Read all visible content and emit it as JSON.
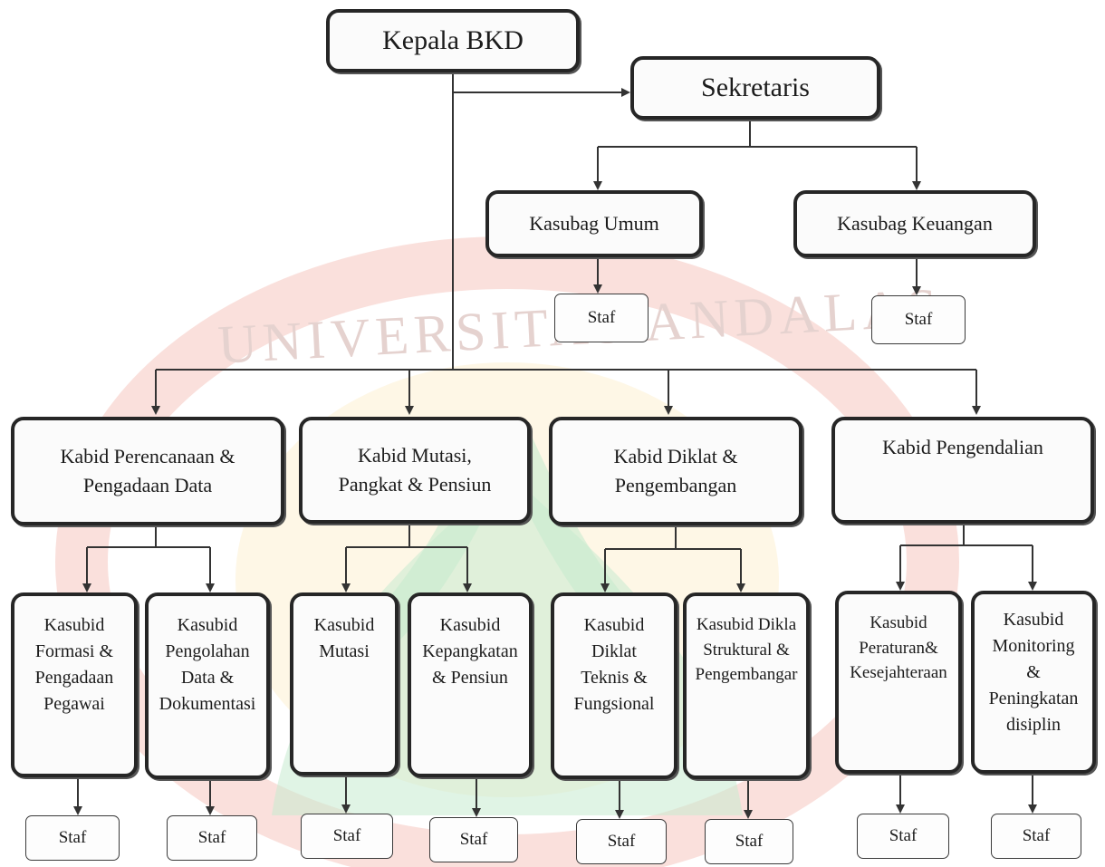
{
  "watermark": {
    "text": "UNIVERSITAS ANDALAS",
    "colors": {
      "ring": "#f6c7c0",
      "leaf": "#c7ebcf",
      "sun": "#fbe7b8",
      "text": "#e5d2cf"
    }
  },
  "colors": {
    "line": "#333333",
    "box_border": "#262626"
  },
  "nodes": {
    "kepala": "Kepala BKD",
    "sekretaris": "Sekretaris",
    "kasubag_umum": "Kasubag Umum",
    "kasubag_keuangan": "Kasubag Keuangan",
    "kabid_perencanaan": "Kabid Perencanaan &\nPengadaan Data",
    "kabid_mutasi": "Kabid Mutasi,\nPangkat & Pensiun",
    "kabid_diklat": "Kabid Diklat  &\nPengembangan",
    "kabid_pengendalian": "Kabid Pengendalian",
    "kasubid_formasi": "Kasubid\nFormasi &\nPengadaan\nPegawai",
    "kasubid_pengolahan": "Kasubid\nPengolahan\nData &\nDokumentasi",
    "kasubid_mutasi": "Kasubid\nMutasi",
    "kasubid_kepangkatan": "Kasubid\nKepangkatan\n& Pensiun",
    "kasubid_diklat_teknis": "Kasubid\nDiklat\nTeknis &\nFungsional",
    "kasubid_diklat_struktural": "Kasubid Dikla\nStruktural &\nPengembangar",
    "kasubid_peraturan": "Kasubid\nPeraturan&\nKesejahteraan",
    "kasubid_monitoring": "Kasubid\nMonitoring\n&\nPeningkatan\ndisiplin"
  },
  "staf_label": "Staf"
}
